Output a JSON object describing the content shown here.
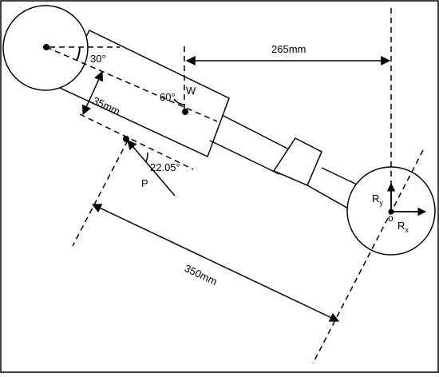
{
  "labels": {
    "angle_30": "30°",
    "angle_60": "60°",
    "weight": "W",
    "dim_265": "265mm",
    "dim_35": "35mm",
    "angle_22": "22.05°",
    "force_p": "P",
    "reaction_y_main": "R",
    "reaction_y_sub": "y",
    "pin_o": "o",
    "reaction_x_main": "R",
    "reaction_x_sub": "x",
    "dim_350": "350mm"
  }
}
